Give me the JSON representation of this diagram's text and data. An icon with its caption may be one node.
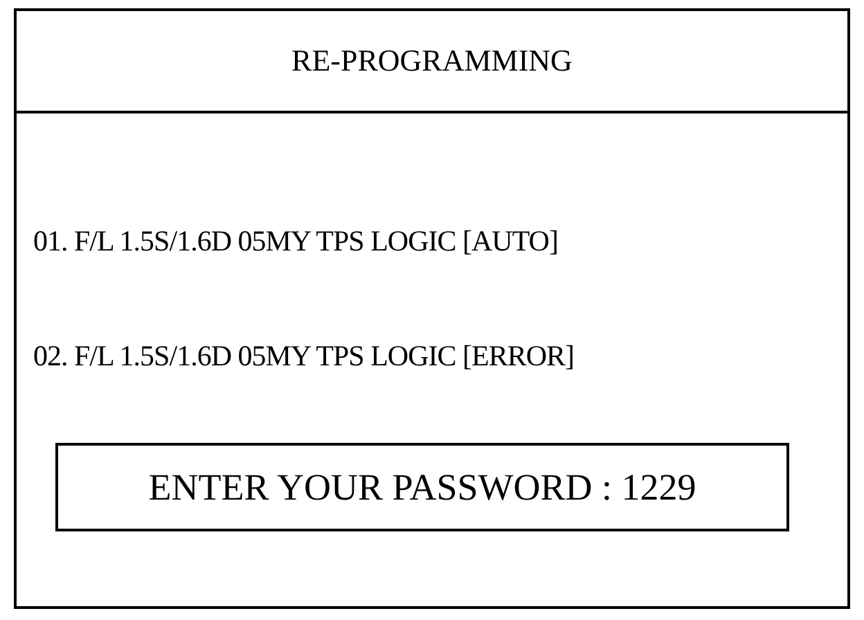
{
  "diagram": {
    "nodes": [
      {
        "text": [
          "RE-PROGRAMMING"
        ]
      },
      {
        "text": [
          "ENTER YOUR PASSWORD : 1229"
        ],
        "in": 0
      }
    ],
    "labels": [
      "01. F/L 1.5S/1.6D 05MY TPS LOGIC [AUTO]",
      "02. F/L 1.5S/1.6D 05MY TPS LOGIC [ERROR]"
    ]
  }
}
